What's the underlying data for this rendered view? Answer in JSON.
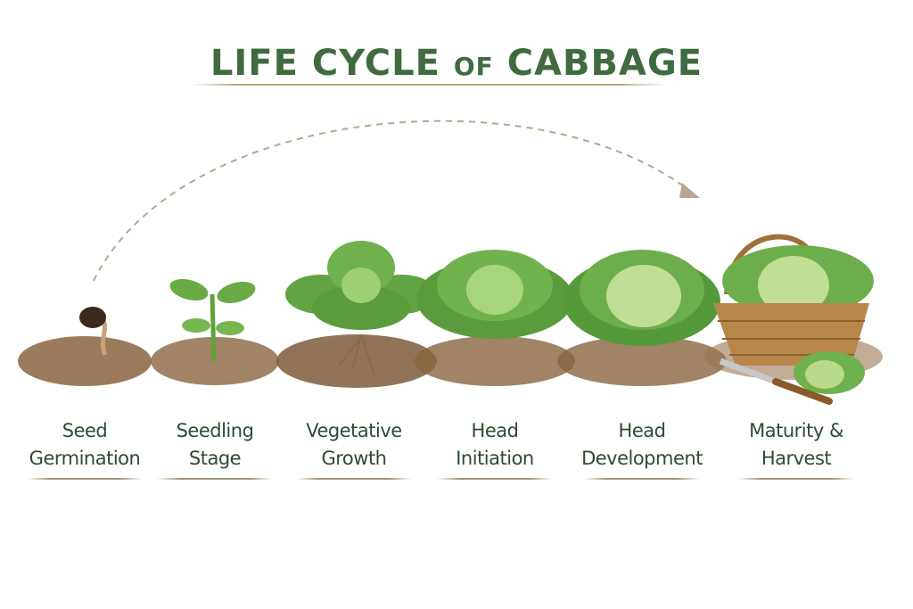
{
  "title": {
    "part1": "LIFE CYCLE ",
    "part2": "OF",
    "part3": " CABBAGE"
  },
  "stages": [
    {
      "line1": "Seed",
      "line2": "Germination"
    },
    {
      "line1": "Seedling",
      "line2": "Stage"
    },
    {
      "line1": "Vegetative",
      "line2": "Growth"
    },
    {
      "line1": "Head",
      "line2": "Initiation"
    },
    {
      "line1": "Head",
      "line2": "Development"
    },
    {
      "line1": "Maturity &",
      "line2": "Harvest"
    }
  ],
  "colors": {
    "title": "#3f6b3f",
    "label": "#2f4a34",
    "soil": "#7a5a3a",
    "leaf": "#5d9e3e",
    "head": "#b9da8c",
    "arrow": "#b5a98e"
  }
}
